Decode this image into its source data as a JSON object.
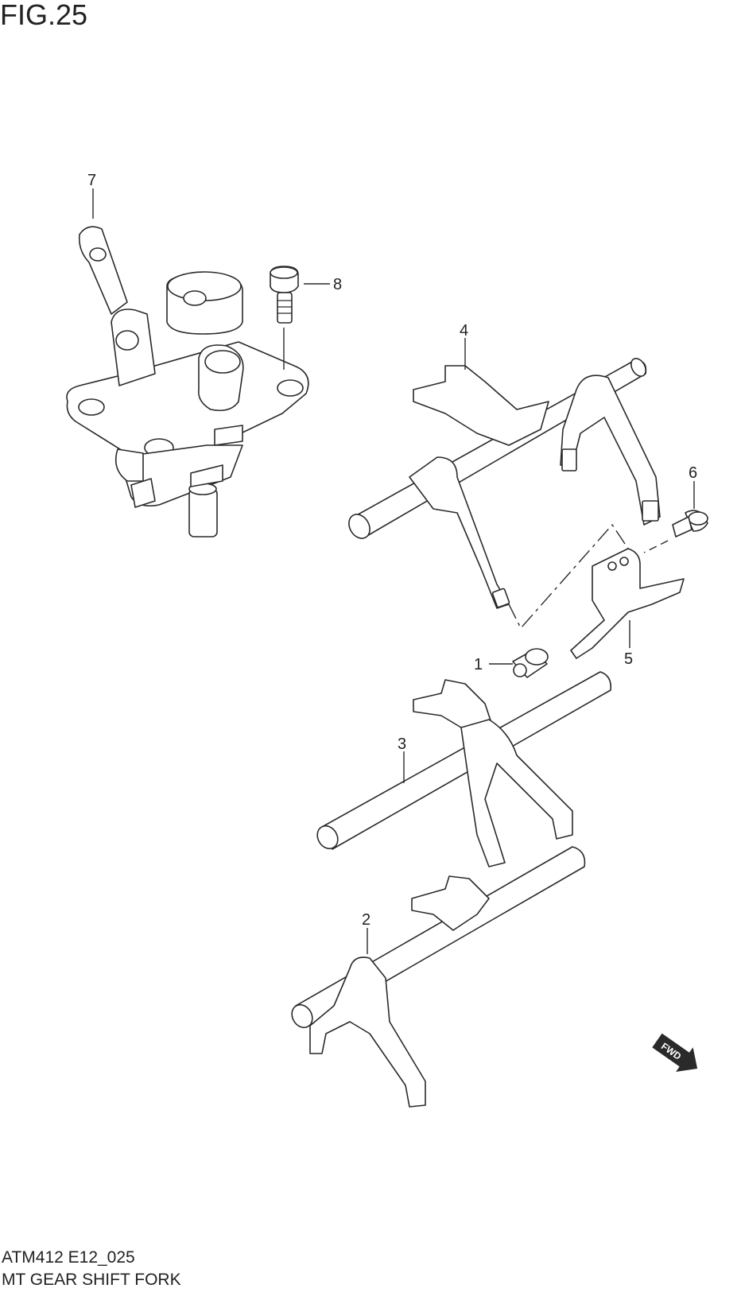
{
  "figure": {
    "title": "FIG.25",
    "code": "ATM412 E12_025",
    "name": "MT GEAR SHIFT FORK"
  },
  "callouts": [
    "1",
    "2",
    "3",
    "4",
    "5",
    "6",
    "7",
    "8"
  ],
  "fwd_label": "FWD"
}
